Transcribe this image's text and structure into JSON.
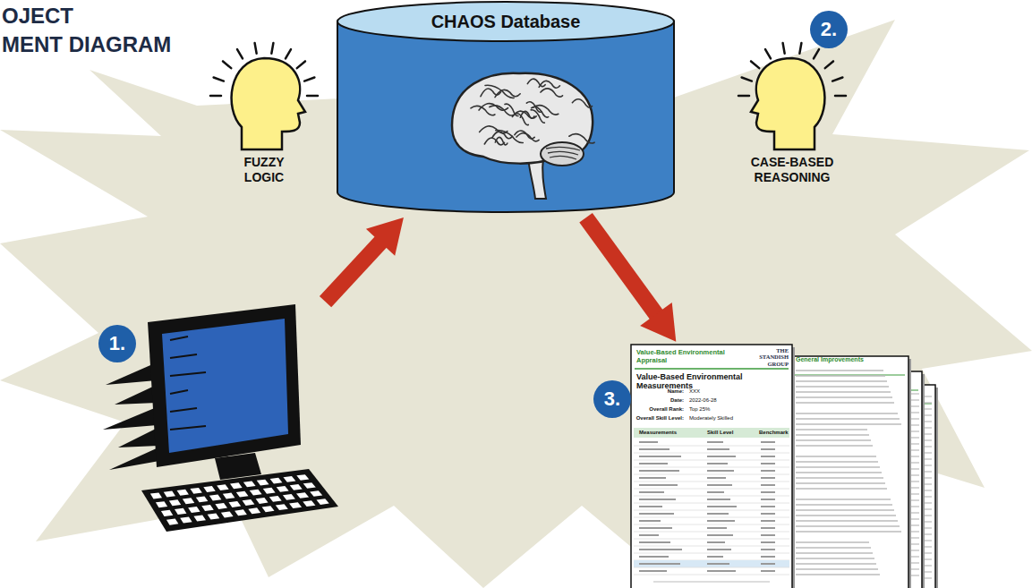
{
  "diagram": {
    "nodes": [
      {
        "text": [
          "CHAOS Database"
        ]
      },
      {
        "text": [
          "FUZZY LOGIC"
        ]
      },
      {
        "text": [
          "CASE-BASED REASONING"
        ]
      },
      {
        "text": [
          "1."
        ]
      },
      {
        "text": [
          "3."
        ]
      }
    ],
    "edges": [
      {
        "from": 3,
        "to": 0,
        "arrow": "to"
      },
      {
        "from": 0,
        "to": 4,
        "arrow": "to"
      }
    ],
    "labels": [
      "OJECT",
      "MENT DIAGRAM",
      "2.",
      "Value-Based Environmental Appraisal",
      "THE STANDISH GROUP",
      "Value-Based Environmental Measurements",
      "Name:",
      "XXX",
      "Date:",
      "2022-06-28",
      "Overall Rank:",
      "Top 25%",
      "Overall Skill Level:",
      "Moderately Skilled",
      "Measurements",
      "Skill Level",
      "Benchmark",
      "General Improvements"
    ]
  }
}
